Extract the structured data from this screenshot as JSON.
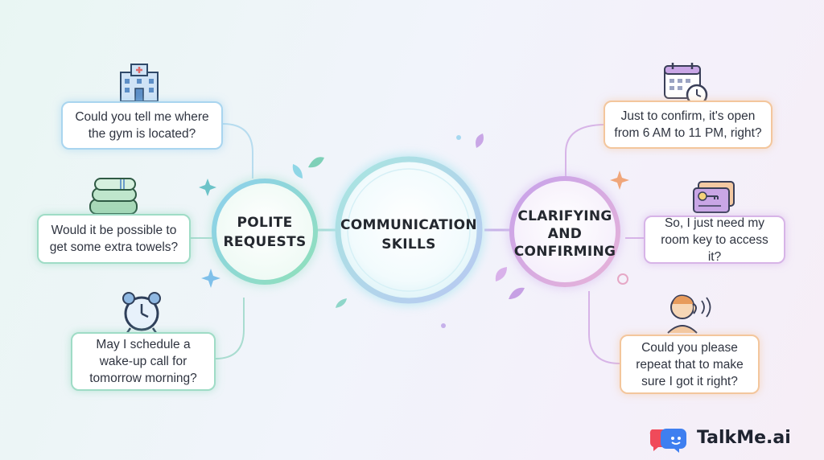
{
  "center": {
    "line1": "COMMUNICATION",
    "line2": "SKILLS"
  },
  "left_node": {
    "line1": "POLITE",
    "line2": "REQUESTS"
  },
  "right_node": {
    "line1": "CLARIFYING",
    "line2": "AND",
    "line3": "CONFIRMING"
  },
  "polite_requests": [
    {
      "line1": "Could you tell me where",
      "line2": "the gym is located?",
      "icon": "hotel-building-icon"
    },
    {
      "line1": "Would it be possible to",
      "line2": "get some extra towels?",
      "icon": "folded-towels-icon"
    },
    {
      "line1": "May I schedule a",
      "line2": "wake-up call for",
      "line3": "tomorrow morning?",
      "icon": "alarm-clock-icon"
    }
  ],
  "clarifying": [
    {
      "line1": "Just to confirm, it's open",
      "line2": "from 6 AM to 11 PM, right?",
      "icon": "calendar-clock-icon"
    },
    {
      "line1": "So, I just need my",
      "line2": "room key to access it?",
      "icon": "key-card-icon"
    },
    {
      "line1": "Could you please",
      "line2": "repeat that to make",
      "line3": "sure I got it right?",
      "icon": "listening-person-icon"
    }
  ],
  "brand": {
    "name": "TalkMe.ai",
    "logo": "chat-bubbles-logo-icon"
  },
  "colors": {
    "teal": "#7fd4c0",
    "blue": "#9fd0f0",
    "purple": "#c9a6e6",
    "orange": "#f2b98a",
    "center_glow": "#a6e4ef"
  }
}
